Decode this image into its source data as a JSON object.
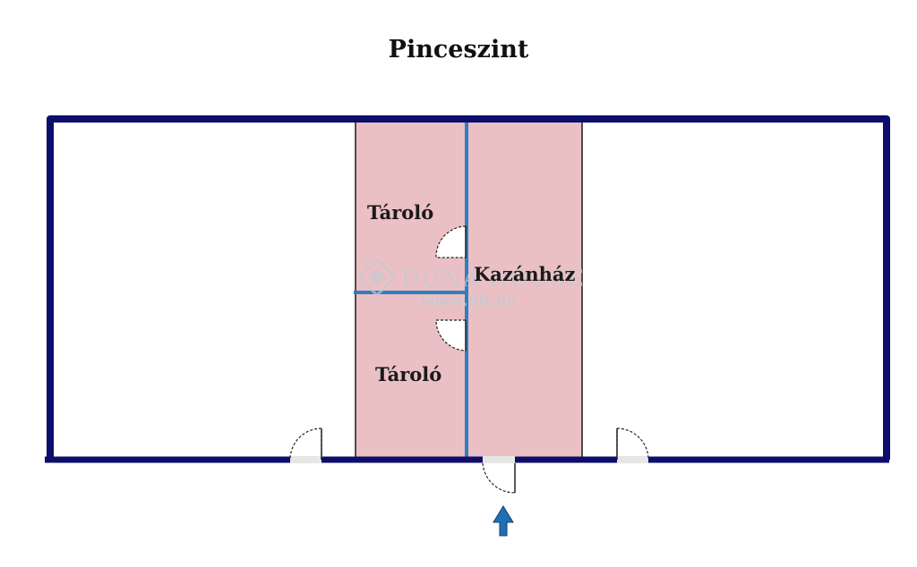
{
  "title": "Pinceszint",
  "rooms": [
    {
      "id": "storage-1",
      "label": "Tároló"
    },
    {
      "id": "storage-2",
      "label": "Tároló"
    },
    {
      "id": "boiler-room",
      "label": "Kazánház"
    }
  ],
  "watermark": {
    "brand": "DUNA HOUSE",
    "url": "www.dh.hu"
  },
  "colors": {
    "outer_wall": "#0d0d6b",
    "inner_wall": "#2e7fc0",
    "highlight_fill": "#ebc0c4",
    "entrance_arrow": "#1f6fb5"
  },
  "icons": {
    "entrance": "up-arrow-icon"
  }
}
